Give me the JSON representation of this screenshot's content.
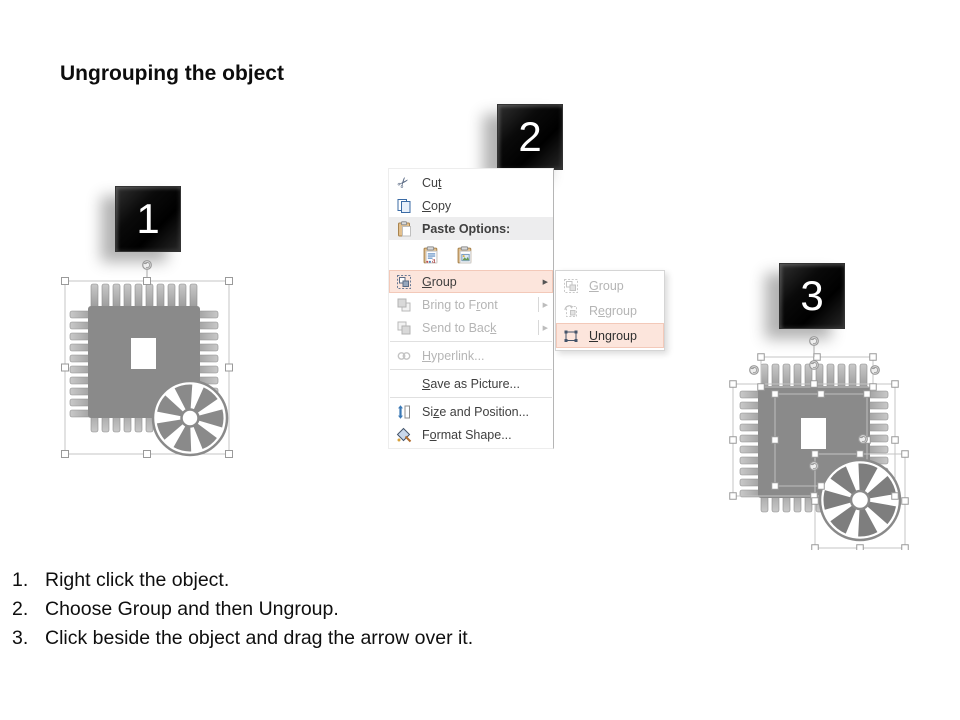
{
  "slide": {
    "title": "Ungrouping the object",
    "steps": [
      {
        "number": "1",
        "description": "grouped object selected"
      },
      {
        "number": "2",
        "description": "right-click context menu with Group submenu open"
      },
      {
        "number": "3",
        "description": "ungrouped object with all parts selected"
      }
    ],
    "instructions": [
      {
        "num": "1.",
        "text": "Right click the object."
      },
      {
        "num": "2.",
        "text": "Choose Group and then Ungroup."
      },
      {
        "num": "3.",
        "text": "Click beside the object and drag the arrow over it."
      }
    ]
  },
  "context_menu": {
    "items": {
      "cut": {
        "pre": "Cu",
        "accel": "t",
        "post": ""
      },
      "copy": {
        "pre": "",
        "accel": "C",
        "post": "opy"
      },
      "paste_options": {
        "label": "Paste Options:"
      },
      "group": {
        "pre": "",
        "accel": "G",
        "post": "roup"
      },
      "bring_to_front": {
        "pre": "Bring to F",
        "accel": "r",
        "post": "ont"
      },
      "send_to_back": {
        "pre": "Send to Bac",
        "accel": "k",
        "post": ""
      },
      "hyperlink": {
        "pre": "",
        "accel": "H",
        "post": "yperlink..."
      },
      "save_as_picture": {
        "pre": "",
        "accel": "S",
        "post": "ave as Picture..."
      },
      "size_and_position": {
        "pre": "Si",
        "accel": "z",
        "post": "e and Position..."
      },
      "format_shape": {
        "pre": "F",
        "accel": "o",
        "post": "rmat Shape..."
      }
    },
    "submenu": {
      "group": {
        "pre": "",
        "accel": "G",
        "post": "roup"
      },
      "regroup": {
        "pre": "R",
        "accel": "e",
        "post": "group"
      },
      "ungroup": {
        "pre": "",
        "accel": "U",
        "post": "ngroup"
      }
    }
  },
  "icons": {
    "cut_glyph": "✂",
    "submenu_arrow": "▶"
  },
  "colors": {
    "menu_highlight_bg": "#fce5dc",
    "menu_highlight_border": "#f3c9b9",
    "paste_options_row_bg": "#ededee",
    "menu_text": "#3f3f3f",
    "disabled_text": "#b5b5b5",
    "chip_gray": "#8a8a8a",
    "icon_accent": "#44546a",
    "badge_bg": "#000000",
    "badge_text": "#ffffff"
  }
}
